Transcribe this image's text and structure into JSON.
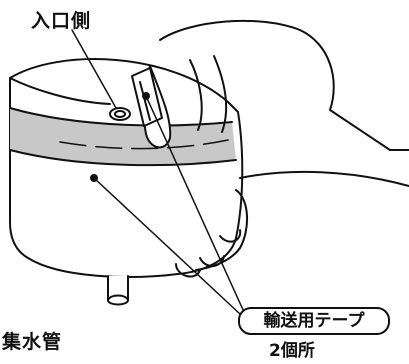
{
  "labels": {
    "inlet": "入口側",
    "drain": "集水管",
    "tape": "輸送用テープ",
    "count": "2個所"
  },
  "colors": {
    "line": "#111111",
    "tape_band": "#c8c8c8",
    "background": "#ffffff"
  }
}
